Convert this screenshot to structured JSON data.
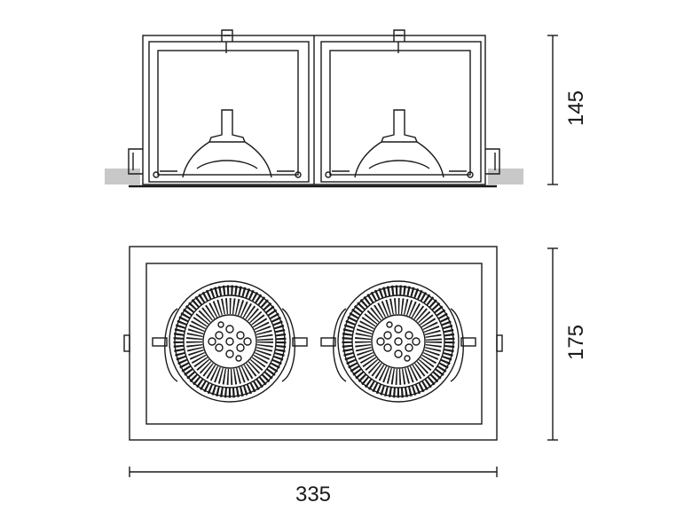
{
  "dimensions": {
    "height_side": "145",
    "height_plan": "175",
    "width": "335"
  },
  "colors": {
    "line": "#1a1a1a",
    "ceiling": "#c8c8c8",
    "background": "#ffffff"
  }
}
